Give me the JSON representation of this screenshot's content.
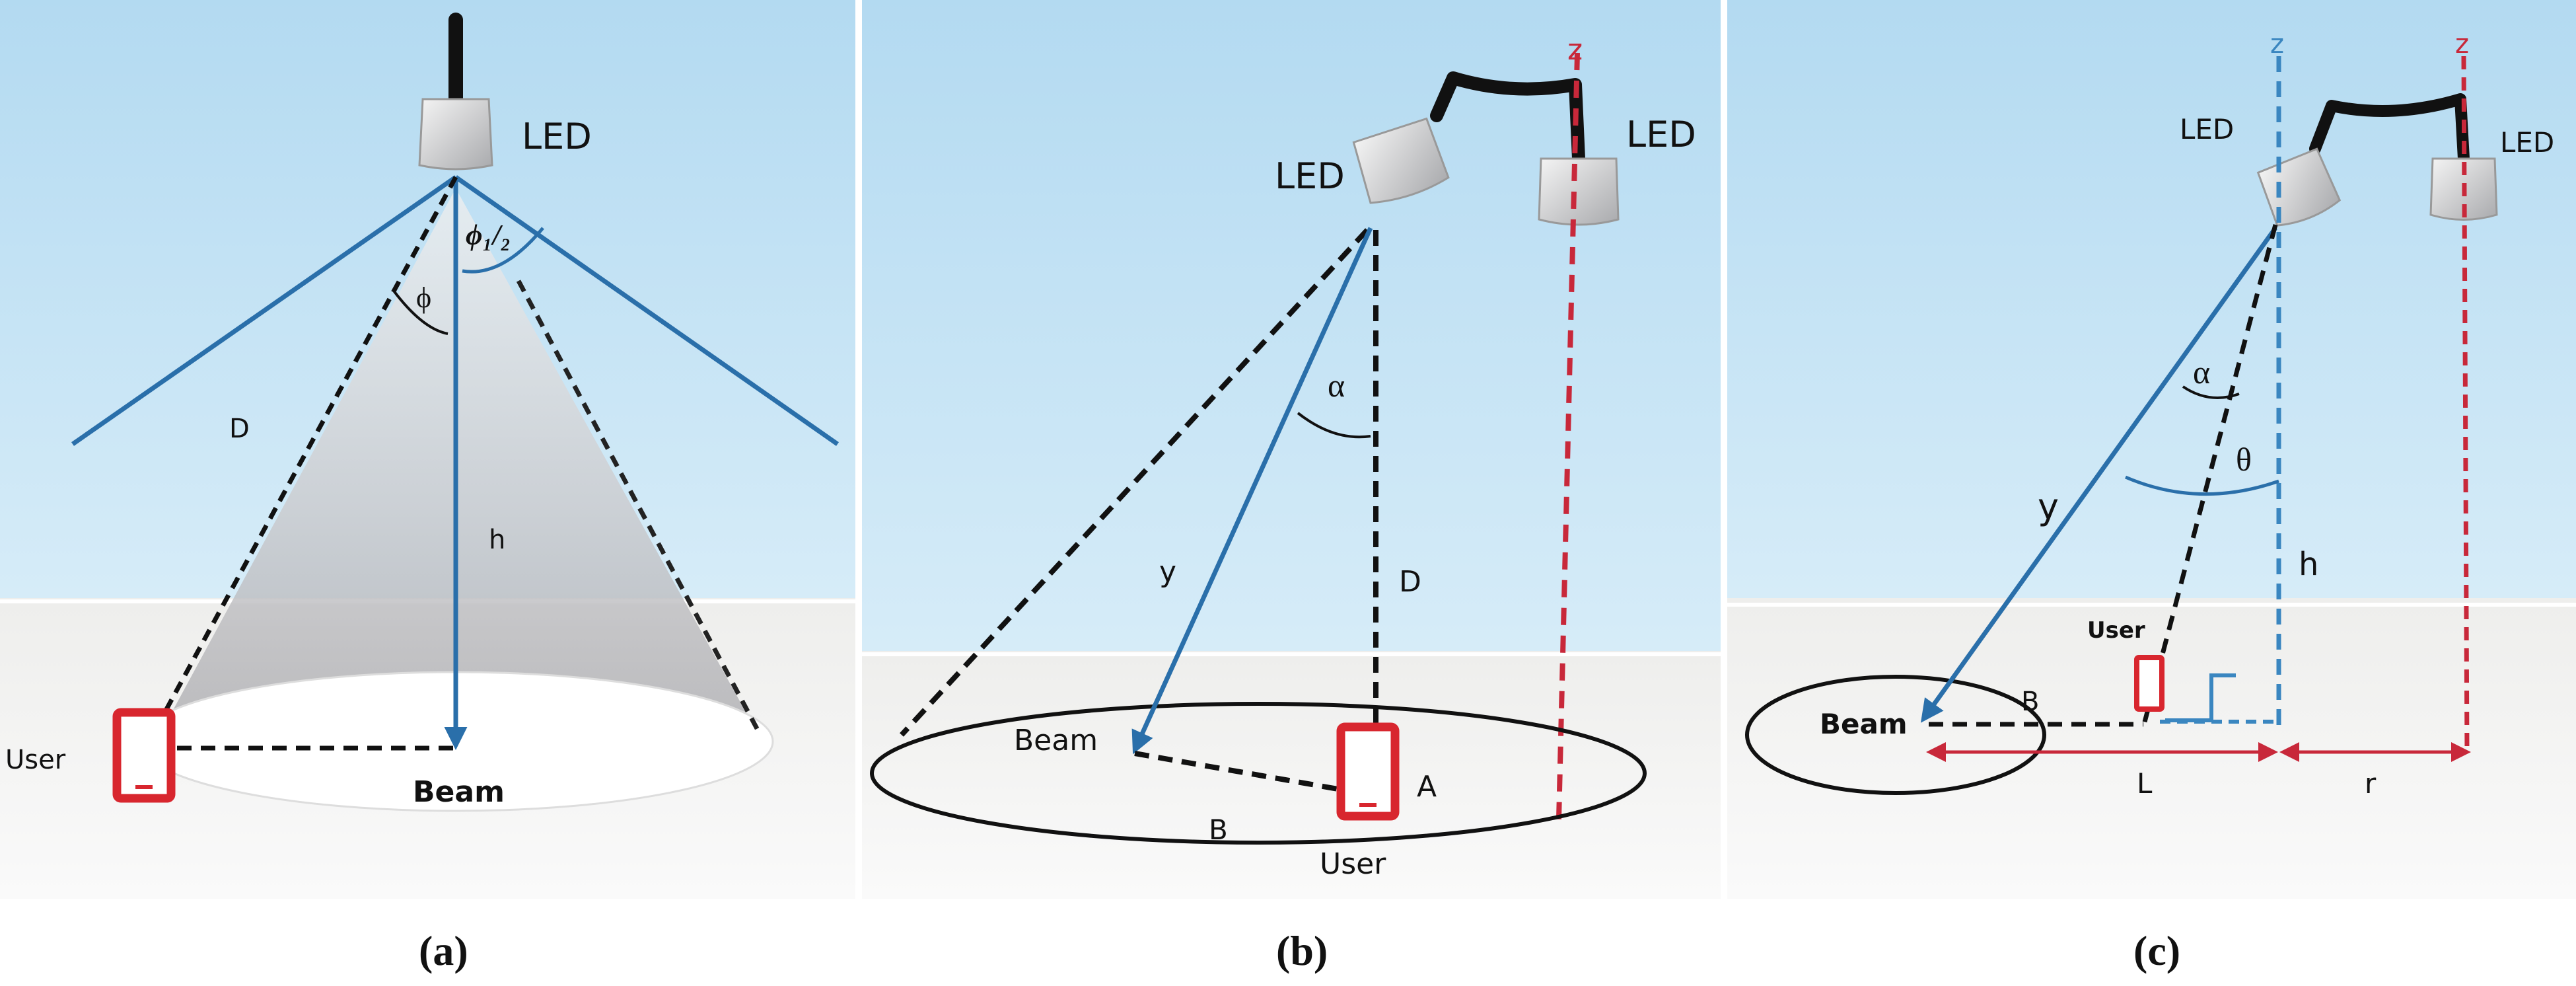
{
  "panels": [
    {
      "caption": "(a)",
      "led_label": "LED",
      "half_angle_label": "ϕ₁/₂",
      "angle_label": "ϕ",
      "d_label": "D",
      "h_label": "h",
      "user_label": "User",
      "beam_label": "Beam"
    },
    {
      "caption": "(b)",
      "led_left_label": "LED",
      "led_right_label": "LED",
      "z_label": "z",
      "alpha_label": "α",
      "y_label": "y",
      "d_label": "D",
      "beam_label": "Beam",
      "b_label": "B",
      "a_label": "A",
      "user_label": "User"
    },
    {
      "caption": "(c)",
      "led_left_label": "LED",
      "led_right_label": "LED",
      "z_left_label": "z",
      "z_right_label": "z",
      "alpha_label": "α",
      "theta_label": "θ",
      "y_label": "y",
      "h_label": "h",
      "user_label": "User",
      "beam_label": "Beam",
      "b_label": "B",
      "l_label": "L",
      "r_label": "r"
    }
  ],
  "colors": {
    "wall_top": "#b6dcf2",
    "wall_bottom": "#d4ebf8",
    "floor": "#f4f4f3",
    "ray_blue": "#2a6faa",
    "dash_red": "#c8283a",
    "dash_blue": "#3a86c0",
    "phone_red": "#d8262e",
    "line_black": "#111111"
  }
}
